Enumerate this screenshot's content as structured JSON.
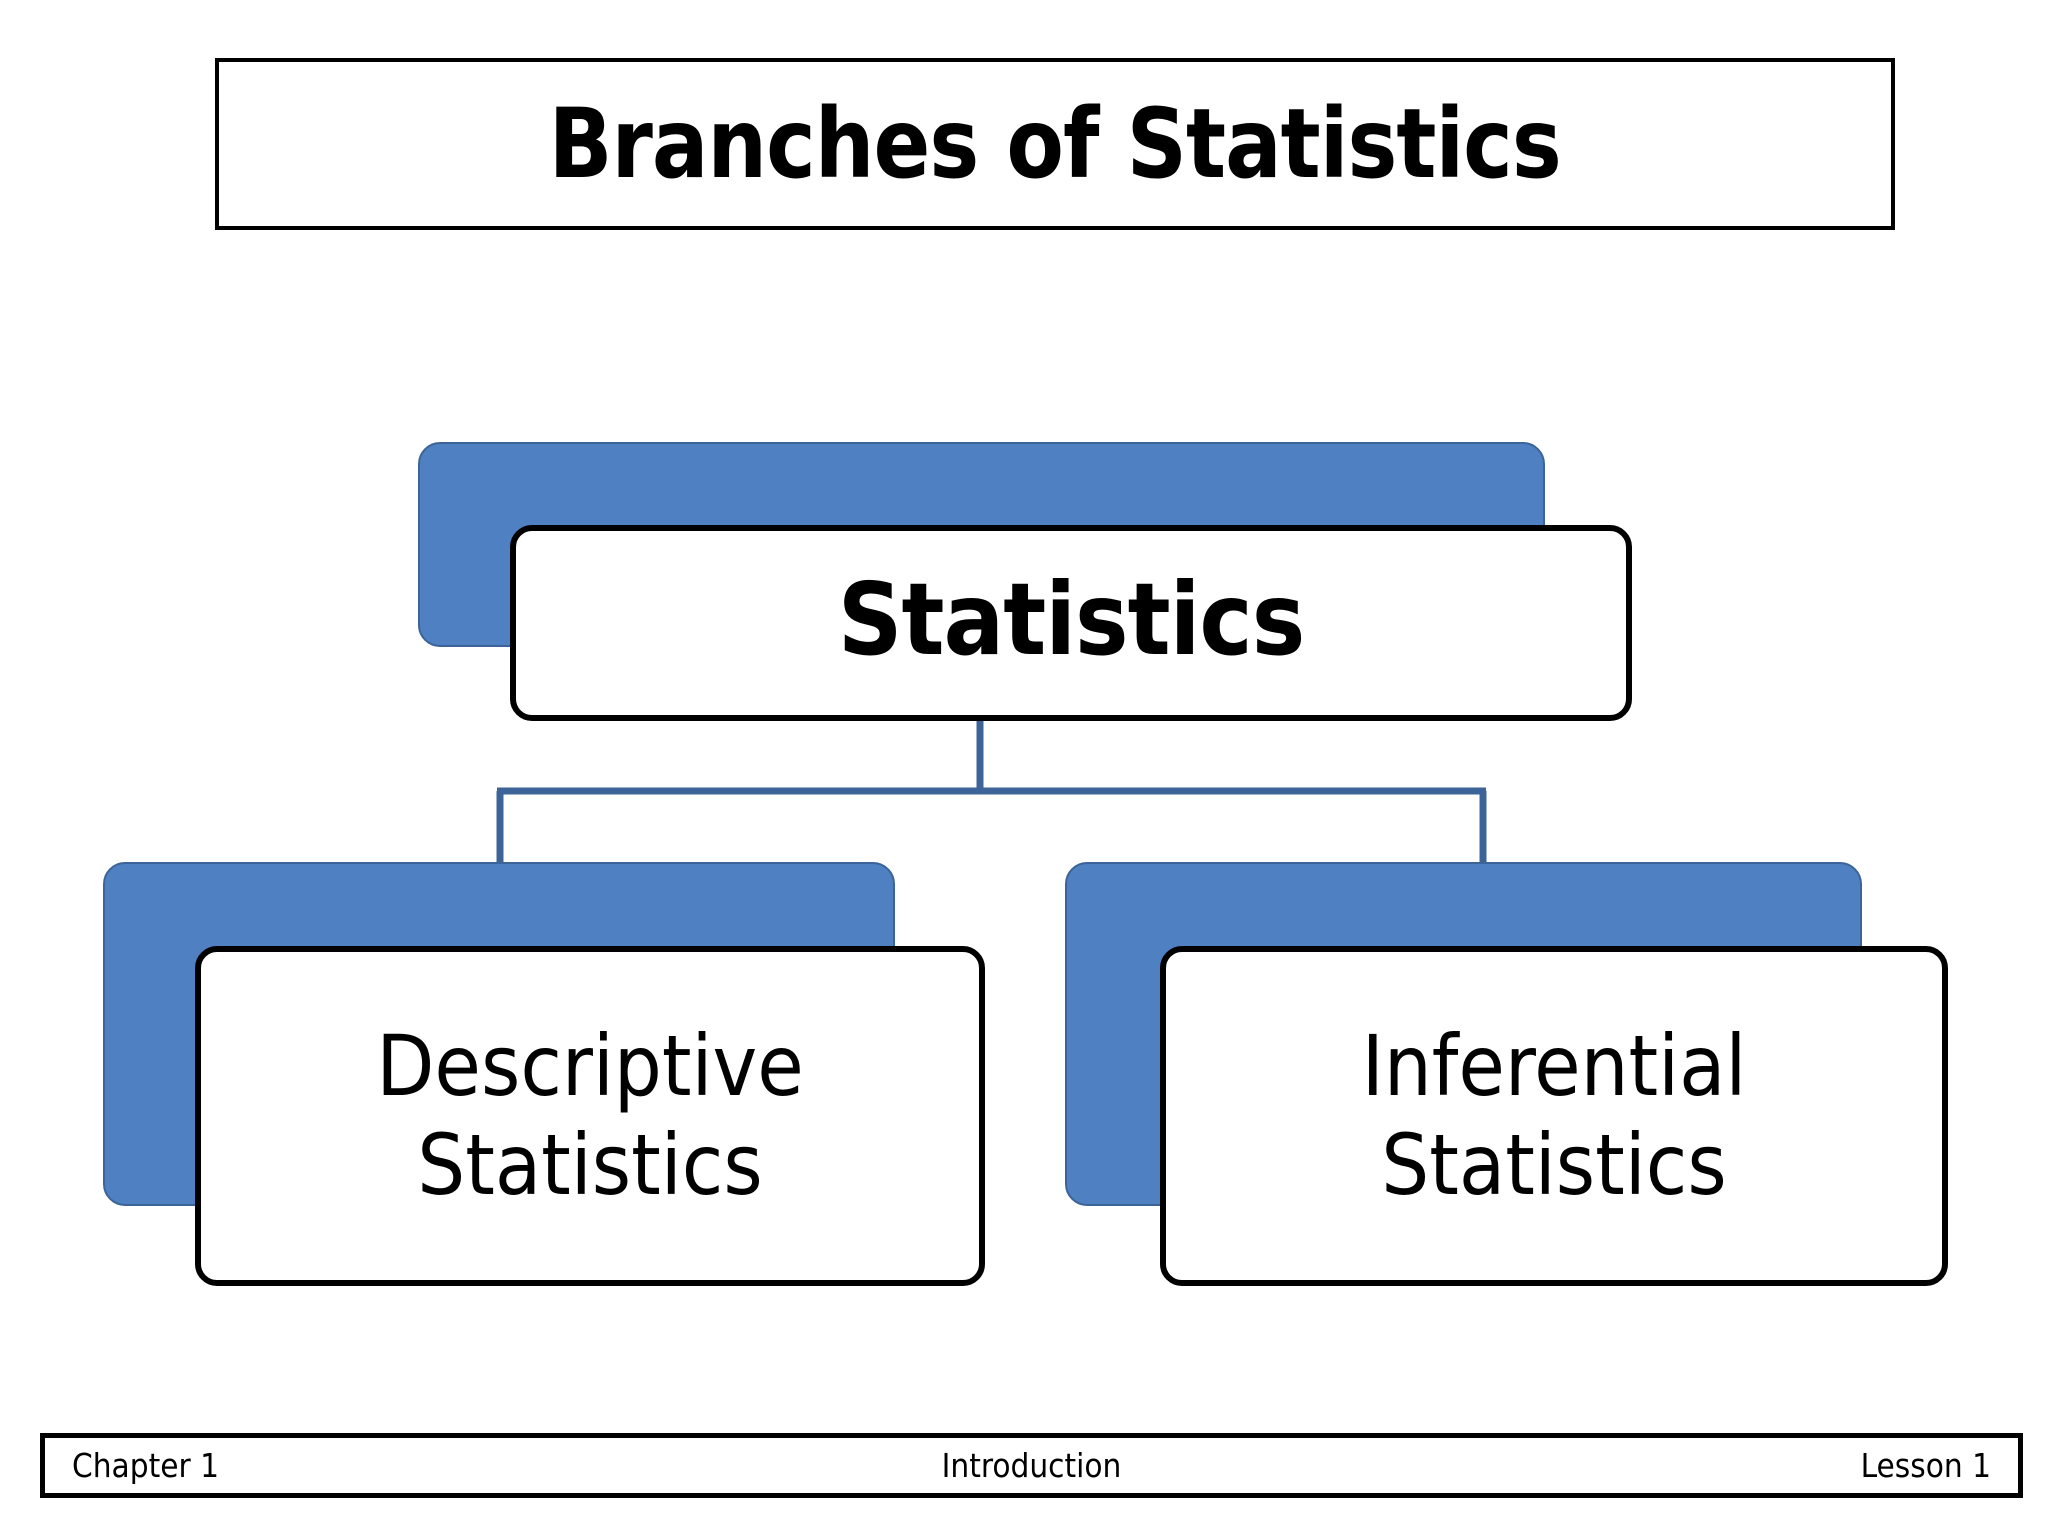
{
  "slide": {
    "title": "Branches of Statistics",
    "background_color": "#FFFFFF"
  },
  "colors": {
    "node_fill": "#4E80C2",
    "node_plate_border": "#3C6498",
    "card_border": "#000000",
    "connector": "#3C6498",
    "text": "#000000"
  },
  "diagram": {
    "type": "hierarchy",
    "root": {
      "label": "Statistics",
      "emphasis": "bold"
    },
    "children": [
      {
        "label_line1": "Descriptive",
        "label_line2": "Statistics",
        "label": "Descriptive Statistics"
      },
      {
        "label_line1": "Inferential",
        "label_line2": "Statistics",
        "label": "Inferential Statistics"
      }
    ]
  },
  "footer": {
    "left": "Chapter 1",
    "center": "Introduction",
    "right": "Lesson 1"
  }
}
